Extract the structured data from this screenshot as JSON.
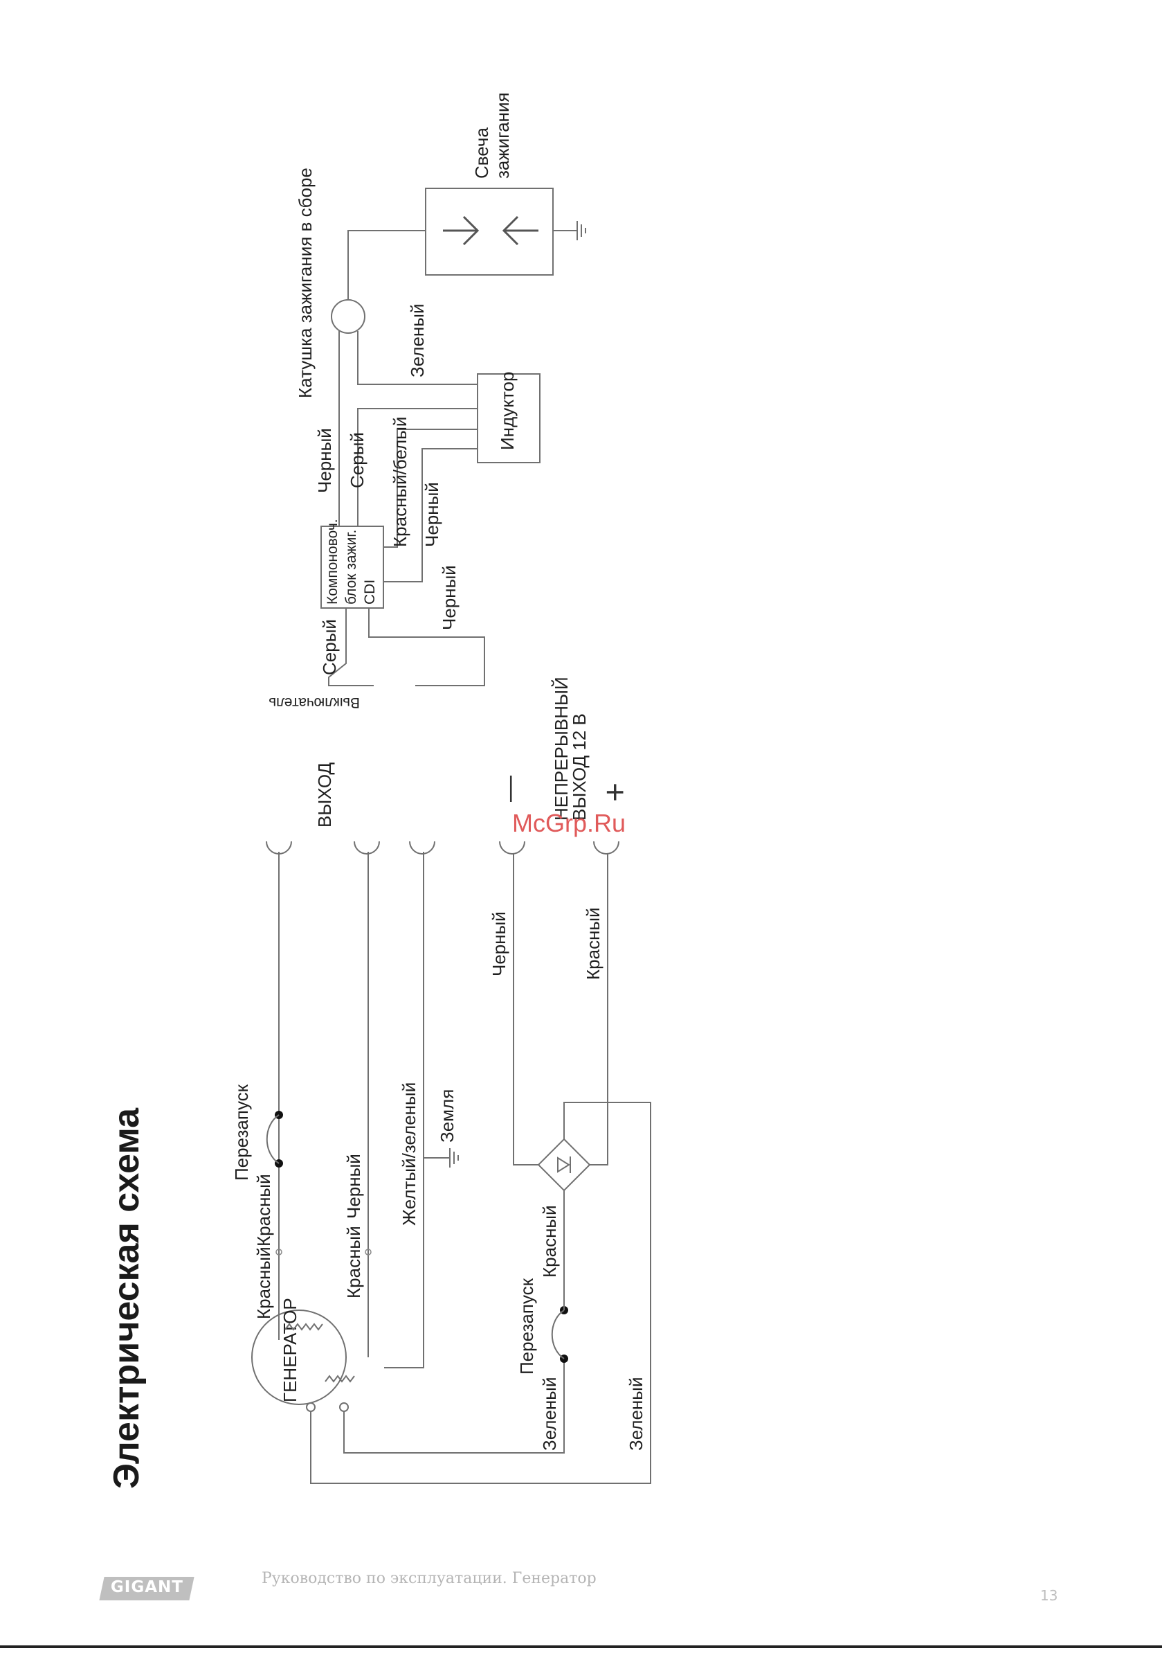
{
  "page": {
    "title": "Электрическая схема",
    "footer_text": "Руководство по эксплуатации. Генератор",
    "page_number": "13",
    "logo": "GIGANT",
    "watermark": "McGrp.Ru"
  },
  "diagram": {
    "generator": "ГЕНЕРАТОР",
    "output_label": "ВЫХОД",
    "dc_output_label_1": "НЕПРЕРЫВНЫЙ",
    "dc_output_label_2": "ВЫХОД 12 В",
    "minus": "—",
    "plus": "+",
    "restart_1": "Перезапуск",
    "restart_2": "Перезапуск",
    "ground": "Земля",
    "red_1": "Красный",
    "red_2": "Красный",
    "red_3": "Красный",
    "red_4": "Красный",
    "red_5": "Красный",
    "black_1": "Черный",
    "black_2": "Черный",
    "black_3": "Черный",
    "black_4": "Черный",
    "black_5": "Черный",
    "yellow_green": "Желтый/зеленый",
    "green_1": "Зеленый",
    "green_2": "Зеленый",
    "green_3": "Зеленый",
    "gray_1": "Серый",
    "gray_2": "Серый",
    "red_white": "Красный/белый",
    "cdi_line1": "Компоновоч.",
    "cdi_line2": "блок зажиг.",
    "cdi_line3": "CDI",
    "switch": "Выключатель",
    "inductor": "Индуктор",
    "ignition_coil": "Катушка зажигания в сборе",
    "spark_plug_1": "Свеча",
    "spark_plug_2": "зажигания"
  }
}
